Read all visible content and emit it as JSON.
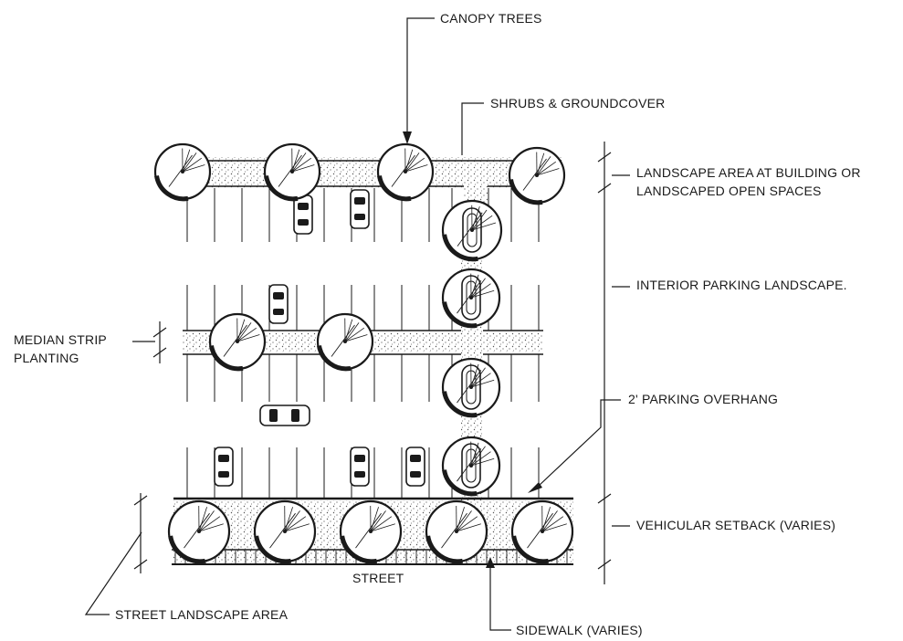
{
  "labels": {
    "canopy_trees": "CANOPY TREES",
    "shrubs": "SHRUBS & GROUNDCOVER",
    "landscape_building_1": "LANDSCAPE AREA AT BUILDING OR",
    "landscape_building_2": "LANDSCAPED OPEN SPACES",
    "interior_parking": "INTERIOR PARKING LANDSCAPE.",
    "median_1": "MEDIAN STRIP",
    "median_2": "PLANTING",
    "overhang": "2' PARKING OVERHANG",
    "setback": "VEHICULAR SETBACK (VARIES)",
    "street": "STREET",
    "street_landscape": "STREET LANDSCAPE AREA",
    "sidewalk": "SIDEWALK (VARIES)"
  },
  "colors": {
    "ink": "#1a1a1a",
    "paper": "#ffffff",
    "stipple": "#555555"
  }
}
